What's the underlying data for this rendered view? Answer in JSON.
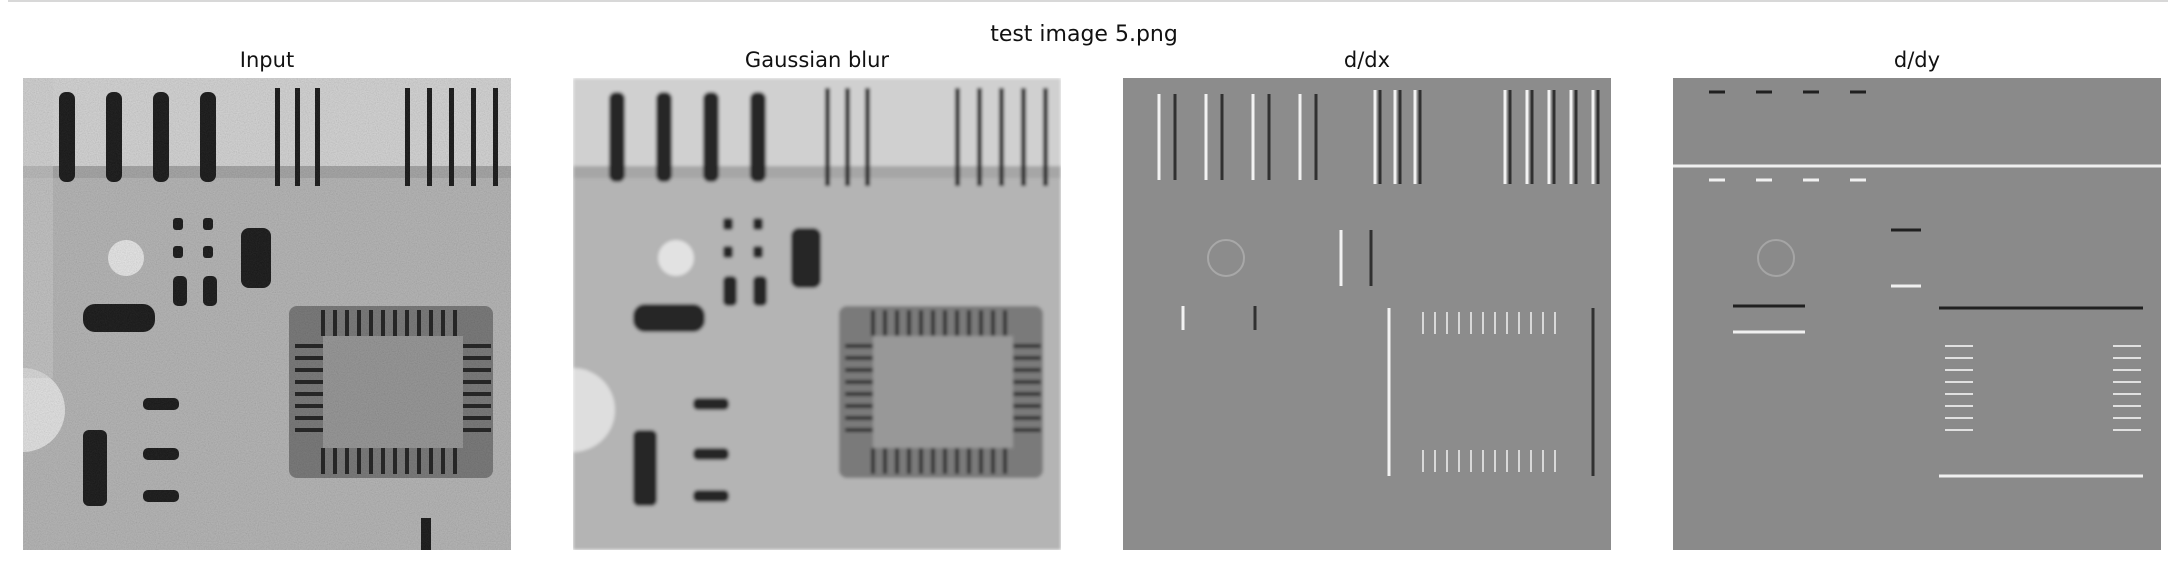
{
  "figure": {
    "suptitle": "test image 5.png",
    "panels": [
      {
        "title": "Input",
        "kind": "input"
      },
      {
        "title": "Gaussian blur",
        "kind": "blur"
      },
      {
        "title": "d/dx",
        "kind": "dx"
      },
      {
        "title": "d/dy",
        "kind": "dy"
      }
    ]
  }
}
